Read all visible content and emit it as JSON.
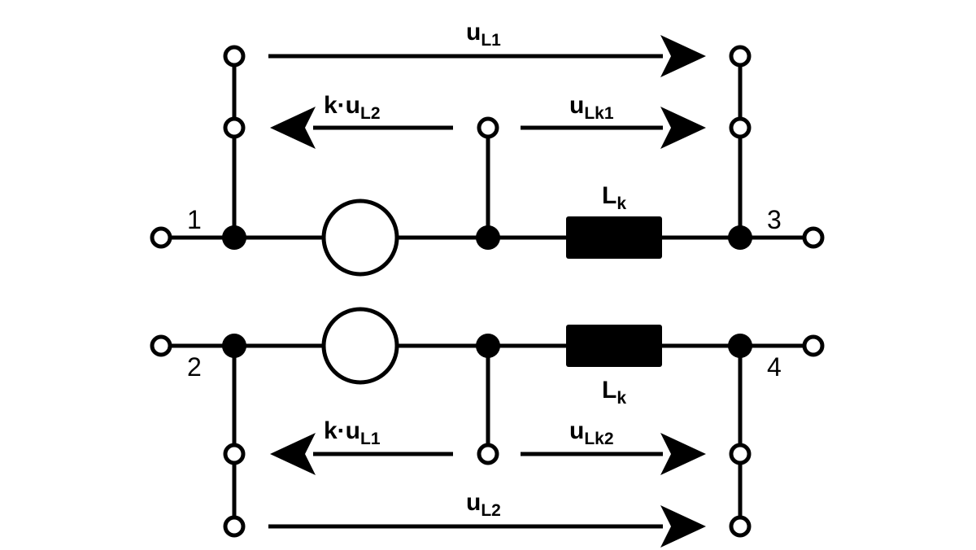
{
  "terminals": {
    "t1": "1",
    "t2": "2",
    "t3": "3",
    "t4": "4"
  },
  "top": {
    "u_outer": {
      "main": "u",
      "sub": "L1"
    },
    "u_left": {
      "main": "k·u",
      "sub": "L2"
    },
    "u_right": {
      "main": "u",
      "sub": "Lk1"
    },
    "inductor": {
      "main": "L",
      "sub": "k"
    }
  },
  "bottom": {
    "u_outer": {
      "main": "u",
      "sub": "L2"
    },
    "u_left": {
      "main": "k·u",
      "sub": "L1"
    },
    "u_right": {
      "main": "u",
      "sub": "Lk2"
    },
    "inductor": {
      "main": "L",
      "sub": "k"
    }
  }
}
